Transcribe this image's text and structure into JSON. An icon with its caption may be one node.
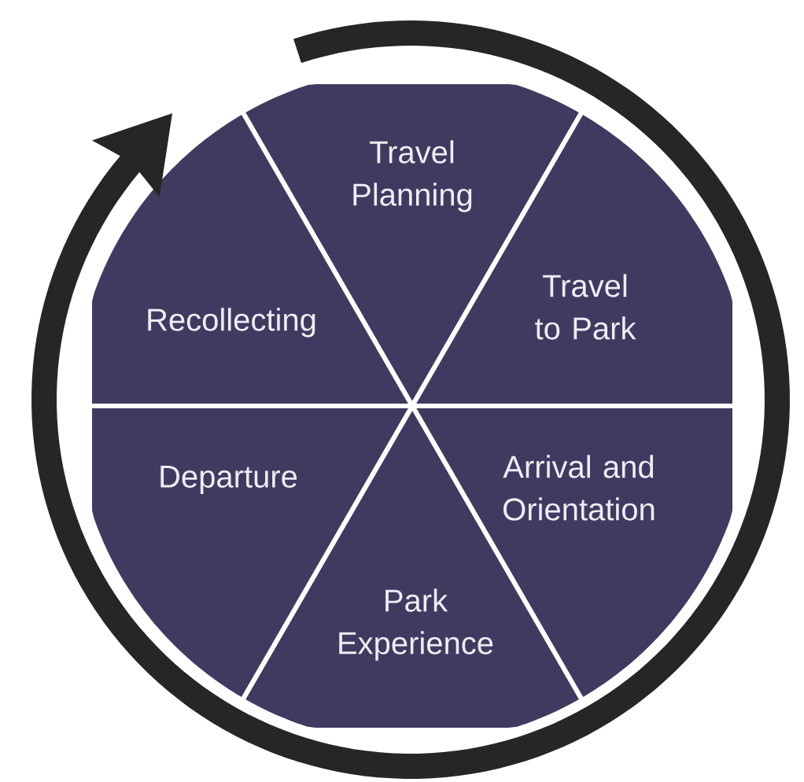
{
  "diagram": {
    "nodes": [
      {
        "text": [
          "Travel Planning"
        ]
      },
      {
        "text": [
          "Travel to Park"
        ]
      },
      {
        "text": [
          "Arrival and Orientation"
        ]
      },
      {
        "text": [
          "Park Experience"
        ]
      },
      {
        "text": [
          "Departure"
        ]
      },
      {
        "text": [
          "Recollecting"
        ]
      }
    ]
  }
}
